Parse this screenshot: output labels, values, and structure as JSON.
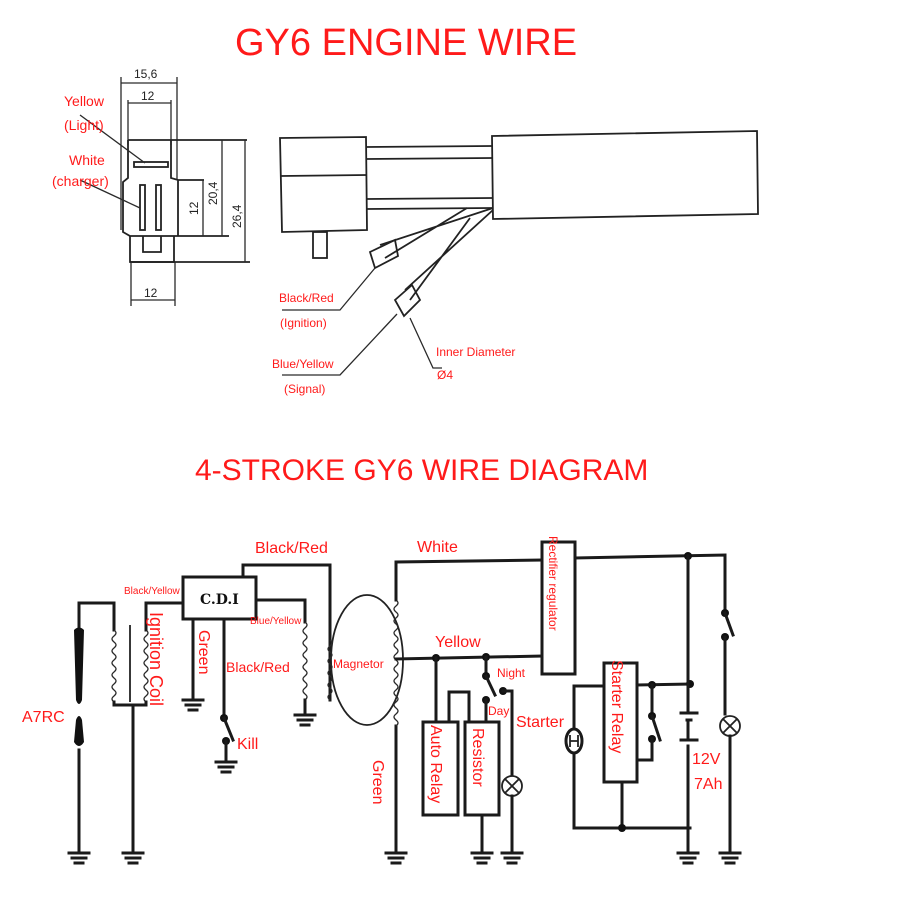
{
  "titles": {
    "engine_wire": "GY6 ENGINE WIRE",
    "wire_diagram": "4-STROKE GY6 WIRE DIAGRAM"
  },
  "connector_drawing": {
    "dimensions": {
      "outer_width": "15,6",
      "inner_width": "12",
      "bottom_width": "12",
      "pin_height": "12",
      "body_height": "20,4",
      "total_height": "26,4"
    },
    "labels": {
      "yellow": "Yellow",
      "yellow_role": "(Light)",
      "white": "White",
      "white_role": "(charger)"
    }
  },
  "harness_drawing": {
    "labels": {
      "black_red": "Black/Red",
      "black_red_role": "(Ignition)",
      "blue_yellow": "Blue/Yellow",
      "blue_yellow_role": "(Signal)",
      "inner_diameter": "Inner Diameter",
      "diameter_value": "Ø4"
    }
  },
  "schematic": {
    "components": {
      "spark_plug": "A7RC",
      "ignition_coil": "Ignition Coil",
      "cdi": "C.D.I",
      "magneto": "Magnetor",
      "kill_switch": "Kill",
      "rectifier": "Rectifier regulator",
      "auto_relay": "Auto Relay",
      "resistor": "Resistor",
      "starter_relay": "Starter Relay",
      "starter": "Starter",
      "battery_voltage": "12V",
      "battery_capacity": "7Ah",
      "night": "Night",
      "day": "Day"
    },
    "wires": {
      "black_yellow": "Black/Yellow",
      "black_red_top": "Black/Red",
      "black_red_kill": "Black/Red",
      "blue_yellow": "Blue/Yellow",
      "green_cdi": "Green",
      "green_magneto": "Green",
      "white": "White",
      "yellow": "Yellow"
    }
  }
}
